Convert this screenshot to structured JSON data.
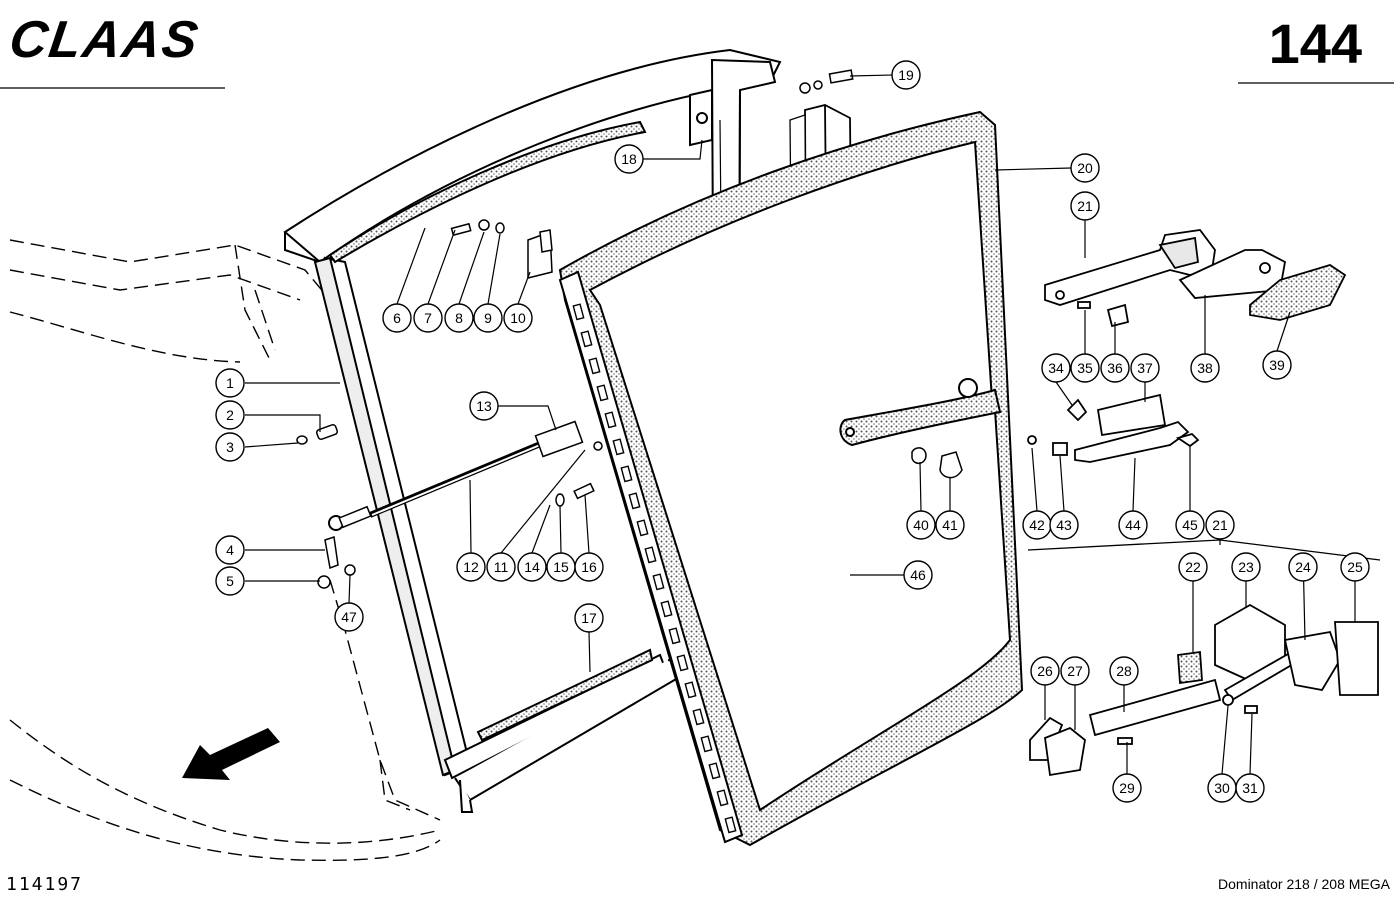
{
  "header": {
    "brand_logo": "CLAAS",
    "page_number": "144"
  },
  "footer": {
    "drawing_number": "114197",
    "model": "Dominator 218 / 208 MEGA"
  },
  "callouts": [
    "1",
    "2",
    "3",
    "4",
    "5",
    "6",
    "7",
    "8",
    "9",
    "10",
    "11",
    "12",
    "13",
    "14",
    "15",
    "16",
    "17",
    "18",
    "19",
    "20",
    "21",
    "22",
    "23",
    "24",
    "25",
    "26",
    "27",
    "28",
    "29",
    "30",
    "31",
    "34",
    "35",
    "36",
    "37",
    "38",
    "39",
    "40",
    "41",
    "42",
    "43",
    "44",
    "45",
    "46",
    "47",
    "21"
  ],
  "icons": {
    "direction": "arrow-down-left-icon"
  }
}
